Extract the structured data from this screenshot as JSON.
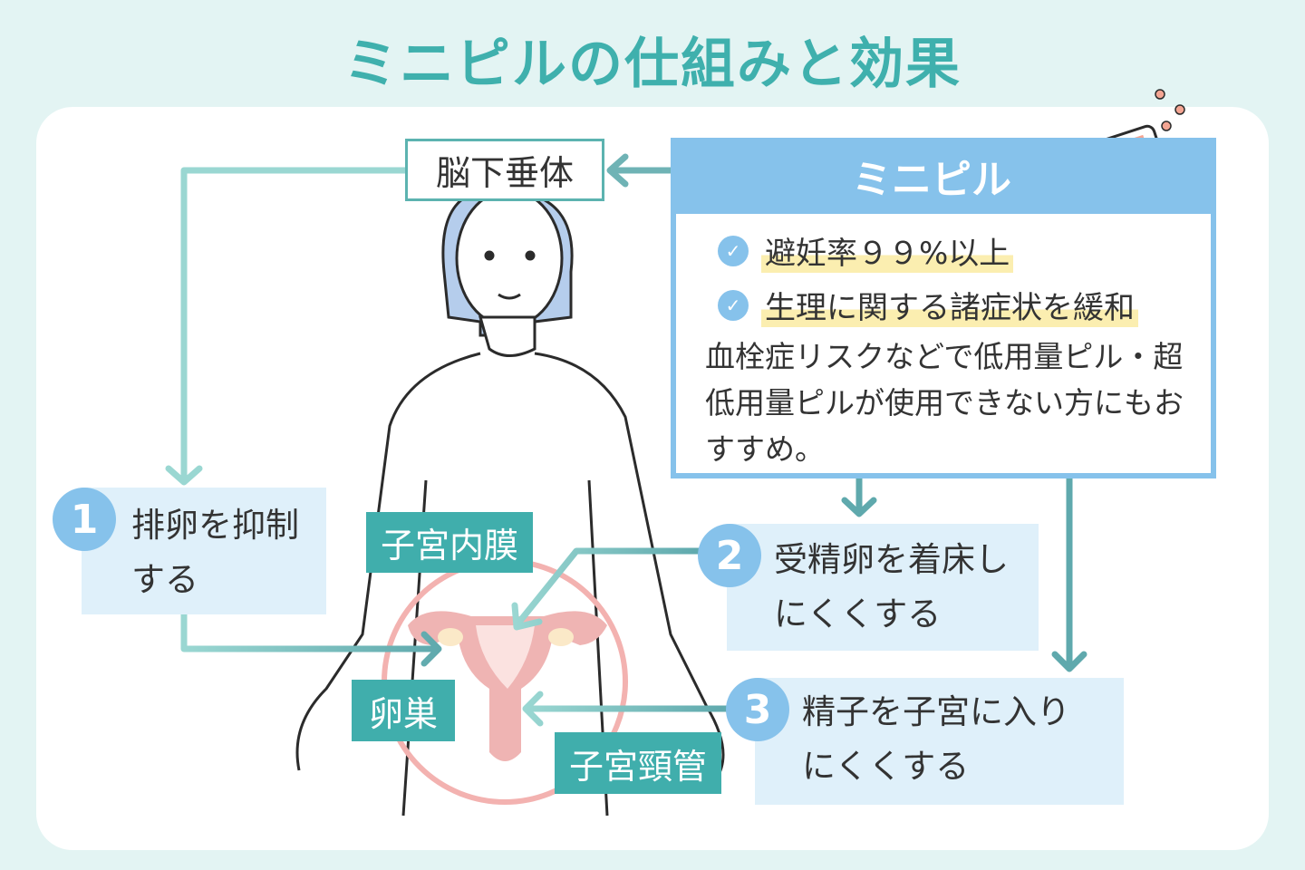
{
  "title": "ミニピルの仕組みと効果",
  "pituitary": "脳下垂体",
  "minipill": {
    "heading": "ミニピル",
    "checks": [
      "避妊率９９%以上",
      "生理に関する諸症状を緩和"
    ],
    "description": "血栓症リスクなどで低用量ピル・超低用量ピルが使用できない方にもおすすめ。"
  },
  "effects": [
    {
      "number": "1",
      "text": "排卵を抑制する"
    },
    {
      "number": "2",
      "text": "受精卵を着床しにくくする"
    },
    {
      "number": "3",
      "text": "精子を子宮に入りにくくする"
    }
  ],
  "labels": {
    "endometrium": "子宮内膜",
    "ovary": "卵巣",
    "cervical_canal": "子宮頸管"
  },
  "colors": {
    "teal": "#40aeac",
    "blue": "#86c2eb",
    "light_blue": "#dff0fa",
    "pink": "#f0a9a8"
  }
}
